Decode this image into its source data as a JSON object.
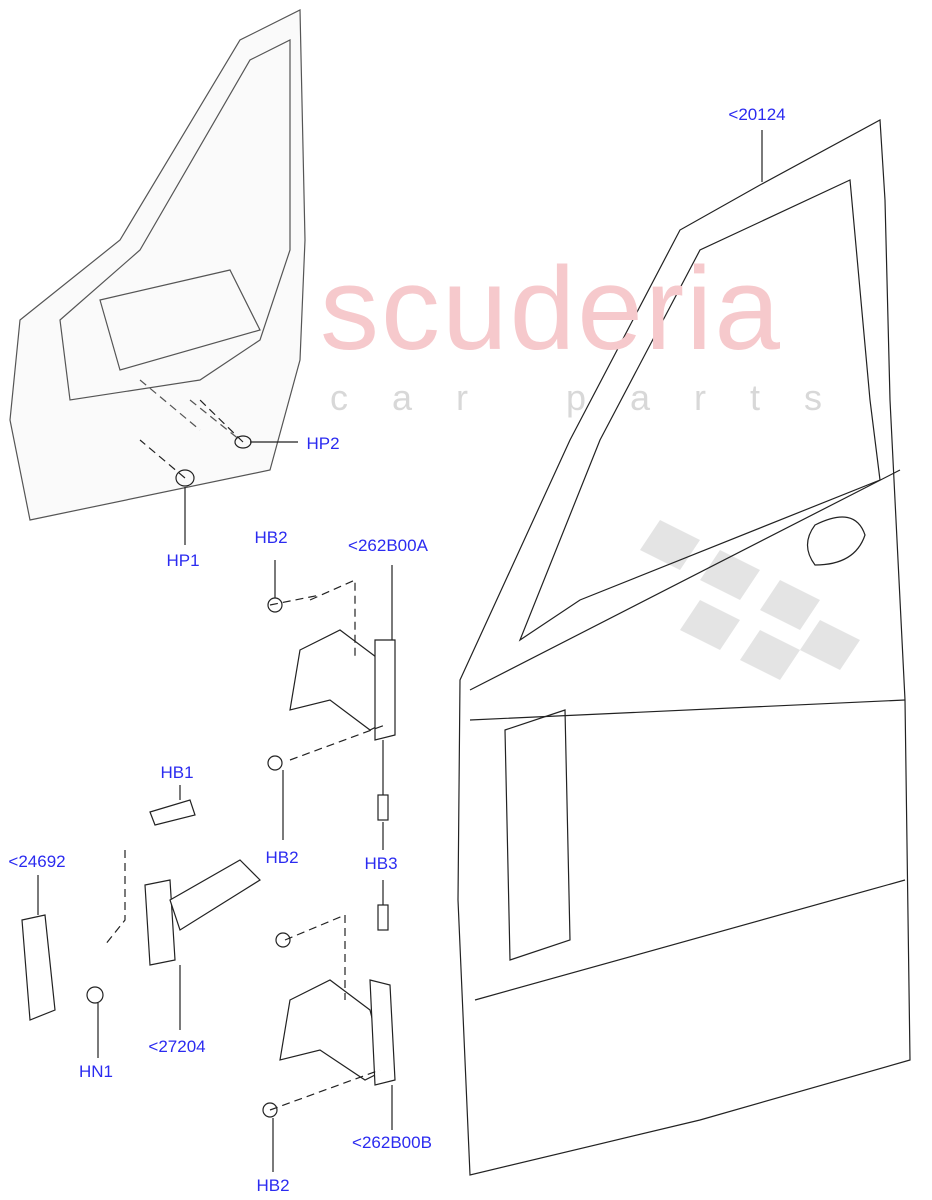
{
  "watermark": {
    "brand": "scuderia",
    "sub": "car parts",
    "color": "#f6c9cc"
  },
  "label_color": "#2b2bf0",
  "callouts": [
    {
      "id": "door-shell",
      "text": "<20124"
    },
    {
      "id": "hp2",
      "text": "HP2"
    },
    {
      "id": "hp1",
      "text": "HP1"
    },
    {
      "id": "hb2-top",
      "text": "HB2"
    },
    {
      "id": "upper-hinge",
      "text": "<262B00A"
    },
    {
      "id": "hb1",
      "text": "HB1"
    },
    {
      "id": "cover",
      "text": "<24692"
    },
    {
      "id": "hb2-mid",
      "text": "HB2"
    },
    {
      "id": "hb3",
      "text": "HB3"
    },
    {
      "id": "check-strap",
      "text": "<27204"
    },
    {
      "id": "hn1",
      "text": "HN1"
    },
    {
      "id": "lower-hinge",
      "text": "<262B00B"
    },
    {
      "id": "hb2-bottom",
      "text": "HB2"
    }
  ]
}
